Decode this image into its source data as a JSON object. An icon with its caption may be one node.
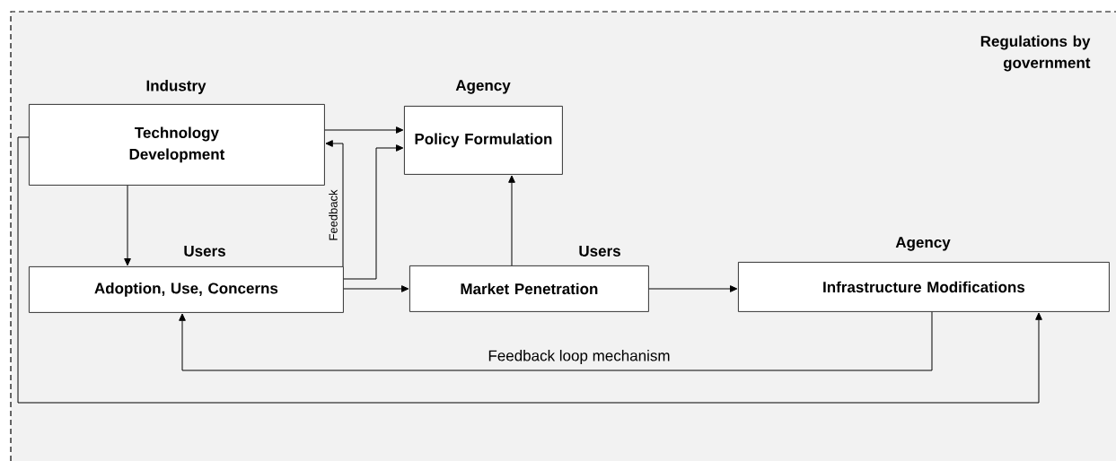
{
  "diagram": {
    "nodes": [
      {
        "text": [
          "Regulations by government"
        ]
      },
      {
        "text": [
          "Industry",
          "Technology Development"
        ],
        "in": 0
      },
      {
        "text": [
          "Agency",
          "Policy Formulation"
        ],
        "in": 0
      },
      {
        "text": [
          "Users",
          "Adoption, Use, Concerns"
        ],
        "in": 0
      },
      {
        "text": [
          "Users",
          "Market Penetration"
        ],
        "in": 0
      },
      {
        "text": [
          "Agency",
          "Infrastructure Modifications"
        ],
        "in": 0
      }
    ],
    "edges": [
      {
        "from": 1,
        "to": 2,
        "arrow": "to"
      },
      {
        "from": 3,
        "to": 1,
        "arrow": "to",
        "label": "Feedback"
      },
      {
        "from": 3,
        "to": 2,
        "arrow": "to"
      },
      {
        "from": 1,
        "to": 3,
        "arrow": "to"
      },
      {
        "from": 3,
        "to": 4,
        "arrow": "to"
      },
      {
        "from": 4,
        "to": 2,
        "arrow": "to"
      },
      {
        "from": 4,
        "to": 5,
        "arrow": "to"
      },
      {
        "from": 5,
        "to": 3,
        "arrow": "to",
        "label": "Feedback loop mechanism"
      },
      {
        "from": 1,
        "to": 5,
        "arrow": "to"
      }
    ]
  }
}
